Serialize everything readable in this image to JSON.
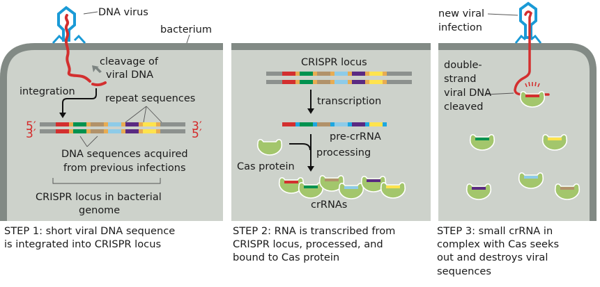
{
  "colors": {
    "background": "#ffffff",
    "cytoplasm": "#cdd2cb",
    "cell_wall": "#828a85",
    "viral_dna": "#d32f2f",
    "virus_capsid": "#1a9ad6",
    "cas_protein": "#a3c66c",
    "flank": "#8c918e",
    "repeat": "#e8ac52",
    "rna_repeat": "#1ea7e0",
    "arrow": "#111111"
  },
  "spacer_colors": [
    "#d32f2f",
    "#00924f",
    "#b1926a",
    "#8ecbe8",
    "#5a2a82",
    "#ffe34d"
  ],
  "panel1": {
    "virus_label": "DNA virus",
    "bacterium_label": "bacterium",
    "cleavage_label_1": "cleavage of",
    "cleavage_label_2": "viral DNA",
    "integration_label": "integration",
    "repeat_label": "repeat sequences",
    "five_prime": "5′",
    "three_prime": "3′",
    "acquired_label_1": "DNA sequences acquired",
    "acquired_label_2": "from previous infections",
    "locus_label_1": "CRISPR locus in bacterial",
    "locus_label_2": "genome"
  },
  "panel2": {
    "locus_label": "CRISPR locus",
    "transcription_label": "transcription",
    "precrRNA_label": "pre-crRNA",
    "processing_label": "processing",
    "cas_label": "Cas protein",
    "crRNAs_label": "crRNAs"
  },
  "panel3": {
    "infection_label_1": "new viral",
    "infection_label_2": "infection",
    "cleaved_label_1": "double-",
    "cleaved_label_2": "strand",
    "cleaved_label_3": "viral DNA",
    "cleaved_label_4": "cleaved"
  },
  "captions": {
    "step1": "STEP 1:  short viral DNA sequence\nis integrated into CRISPR locus",
    "step2": "STEP 2:  RNA is transcribed from\nCRISPR locus, processed, and\nbound to Cas protein",
    "step3": "STEP 3:  small crRNA in\ncomplex with Cas seeks\nout and destroys viral\nsequences"
  }
}
